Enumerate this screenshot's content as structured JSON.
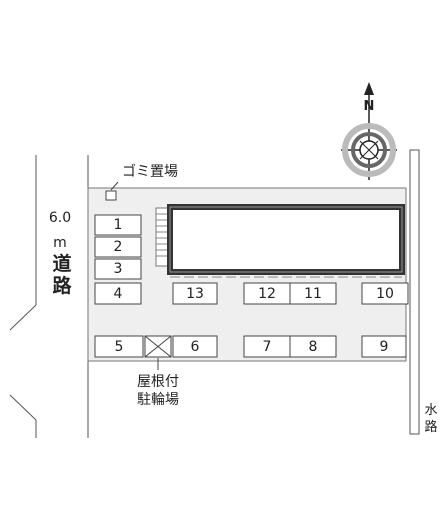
{
  "road_left": {
    "width": "6.0",
    "unit": "m",
    "label_1": "道",
    "label_2": "路"
  },
  "waterway": {
    "label_1": "水",
    "label_2": "路"
  },
  "north_label": "N",
  "garbage_label": "ゴミ置場",
  "bike_parking": {
    "line1": "屋根付",
    "line2": "駐輪場"
  },
  "parking_spaces": [
    "1",
    "2",
    "3",
    "4",
    "13",
    "12",
    "11",
    "10",
    "5",
    "6",
    "7",
    "8",
    "9"
  ]
}
